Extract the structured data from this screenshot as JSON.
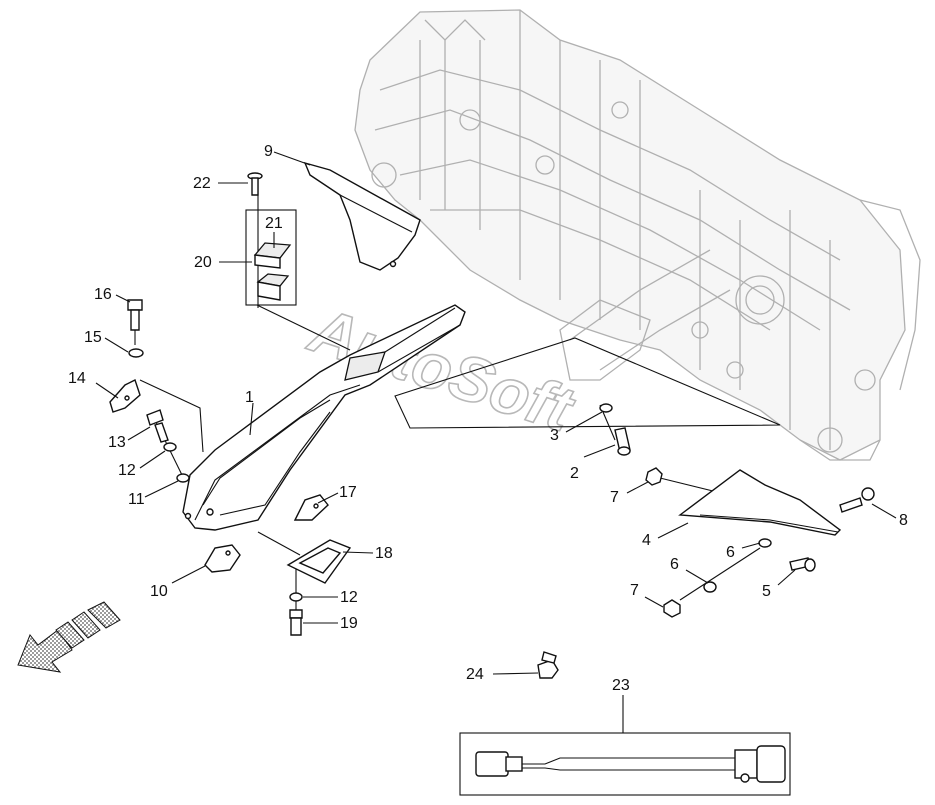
{
  "watermark": "AutoSoft",
  "callouts": [
    "1",
    "2",
    "3",
    "4",
    "5",
    "6",
    "7",
    "8",
    "9",
    "10",
    "11",
    "12",
    "13",
    "14",
    "15",
    "16",
    "17",
    "18",
    "19",
    "20",
    "21",
    "22",
    "23",
    "24"
  ],
  "callout_labels": {
    "n1": "1",
    "n2": "2",
    "n3": "3",
    "n4": "4",
    "n5": "5",
    "n6a": "6",
    "n6b": "6",
    "n7a": "7",
    "n7b": "7",
    "n8": "8",
    "n9": "9",
    "n10": "10",
    "n11": "11",
    "n12a": "12",
    "n12b": "12",
    "n13": "13",
    "n14": "14",
    "n15": "15",
    "n16": "16",
    "n17": "17",
    "n18": "18",
    "n19": "19",
    "n20": "20",
    "n21": "21",
    "n22": "22",
    "n23": "23",
    "n24": "24"
  },
  "colors": {
    "line": "#111111",
    "ghost": "#b0b0b0",
    "watermark": "#b8b8b8",
    "arrow_fill": "#d9d9d9"
  },
  "icons": {
    "direction": "forward-arrow-icon"
  }
}
